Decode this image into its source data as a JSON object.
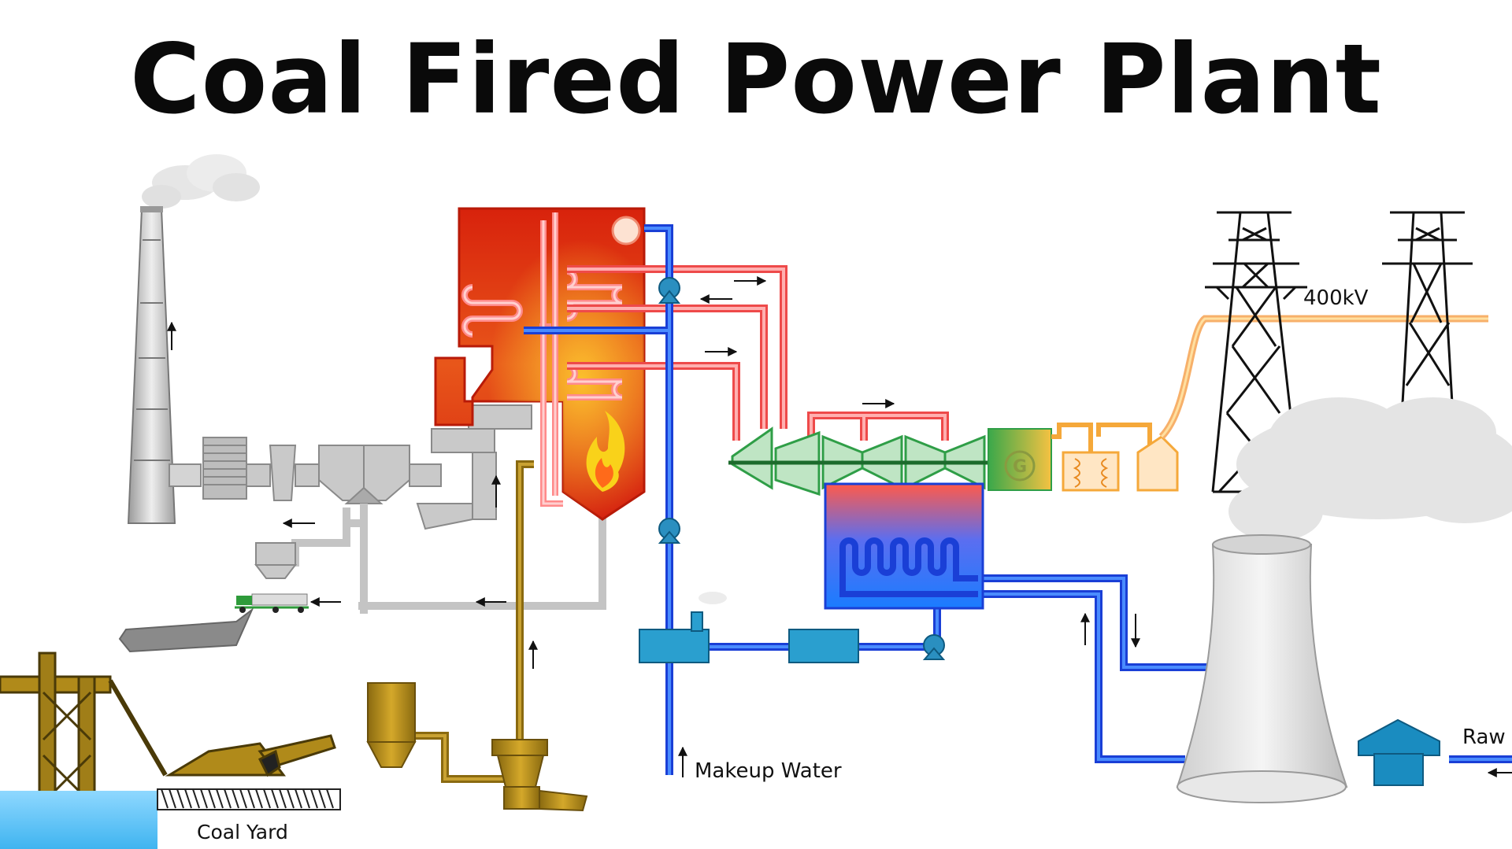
{
  "title": "Coal Fired Power Plant",
  "labels": {
    "voltage": "400kV",
    "makeup_water": "Makeup Water",
    "coal_yard": "Coal Yard",
    "raw": "Raw",
    "generator": "G"
  },
  "colors": {
    "boiler_hot": "#d42a10",
    "boiler_warm": "#f7a21a",
    "steam_red": "#ee4a4a",
    "steam_pink": "#ffb0b0",
    "water_blue": "#1a5cff",
    "turbine_green": "#2f9e47",
    "coal_brown": "#8a6a10",
    "flue_gray": "#b8b8b8",
    "cooling_cyan": "#1a8cc0",
    "power_orange": "#f5b25a"
  },
  "icons": [
    "chimney",
    "smoke-cloud",
    "boiler",
    "flame",
    "turbine",
    "generator",
    "transformer",
    "transmission-tower",
    "cooling-tower",
    "condenser",
    "pump",
    "conveyor",
    "coal-crane",
    "coal-silo",
    "truck",
    "raw-water-pump"
  ]
}
